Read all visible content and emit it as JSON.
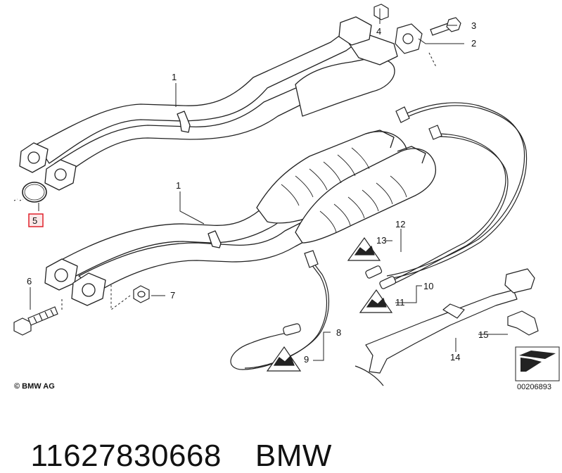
{
  "diagram": {
    "callouts": [
      "1",
      "1",
      "2",
      "3",
      "4",
      "5",
      "6",
      "7",
      "8",
      "9",
      "10",
      "11",
      "12",
      "13",
      "14",
      "15"
    ],
    "highlighted_callout": "5",
    "highlight_color": "#e0202a",
    "copyright": "© BMW AG",
    "document_number": "00206893"
  },
  "caption": {
    "part_number": "11627830668",
    "brand": "BMW"
  }
}
